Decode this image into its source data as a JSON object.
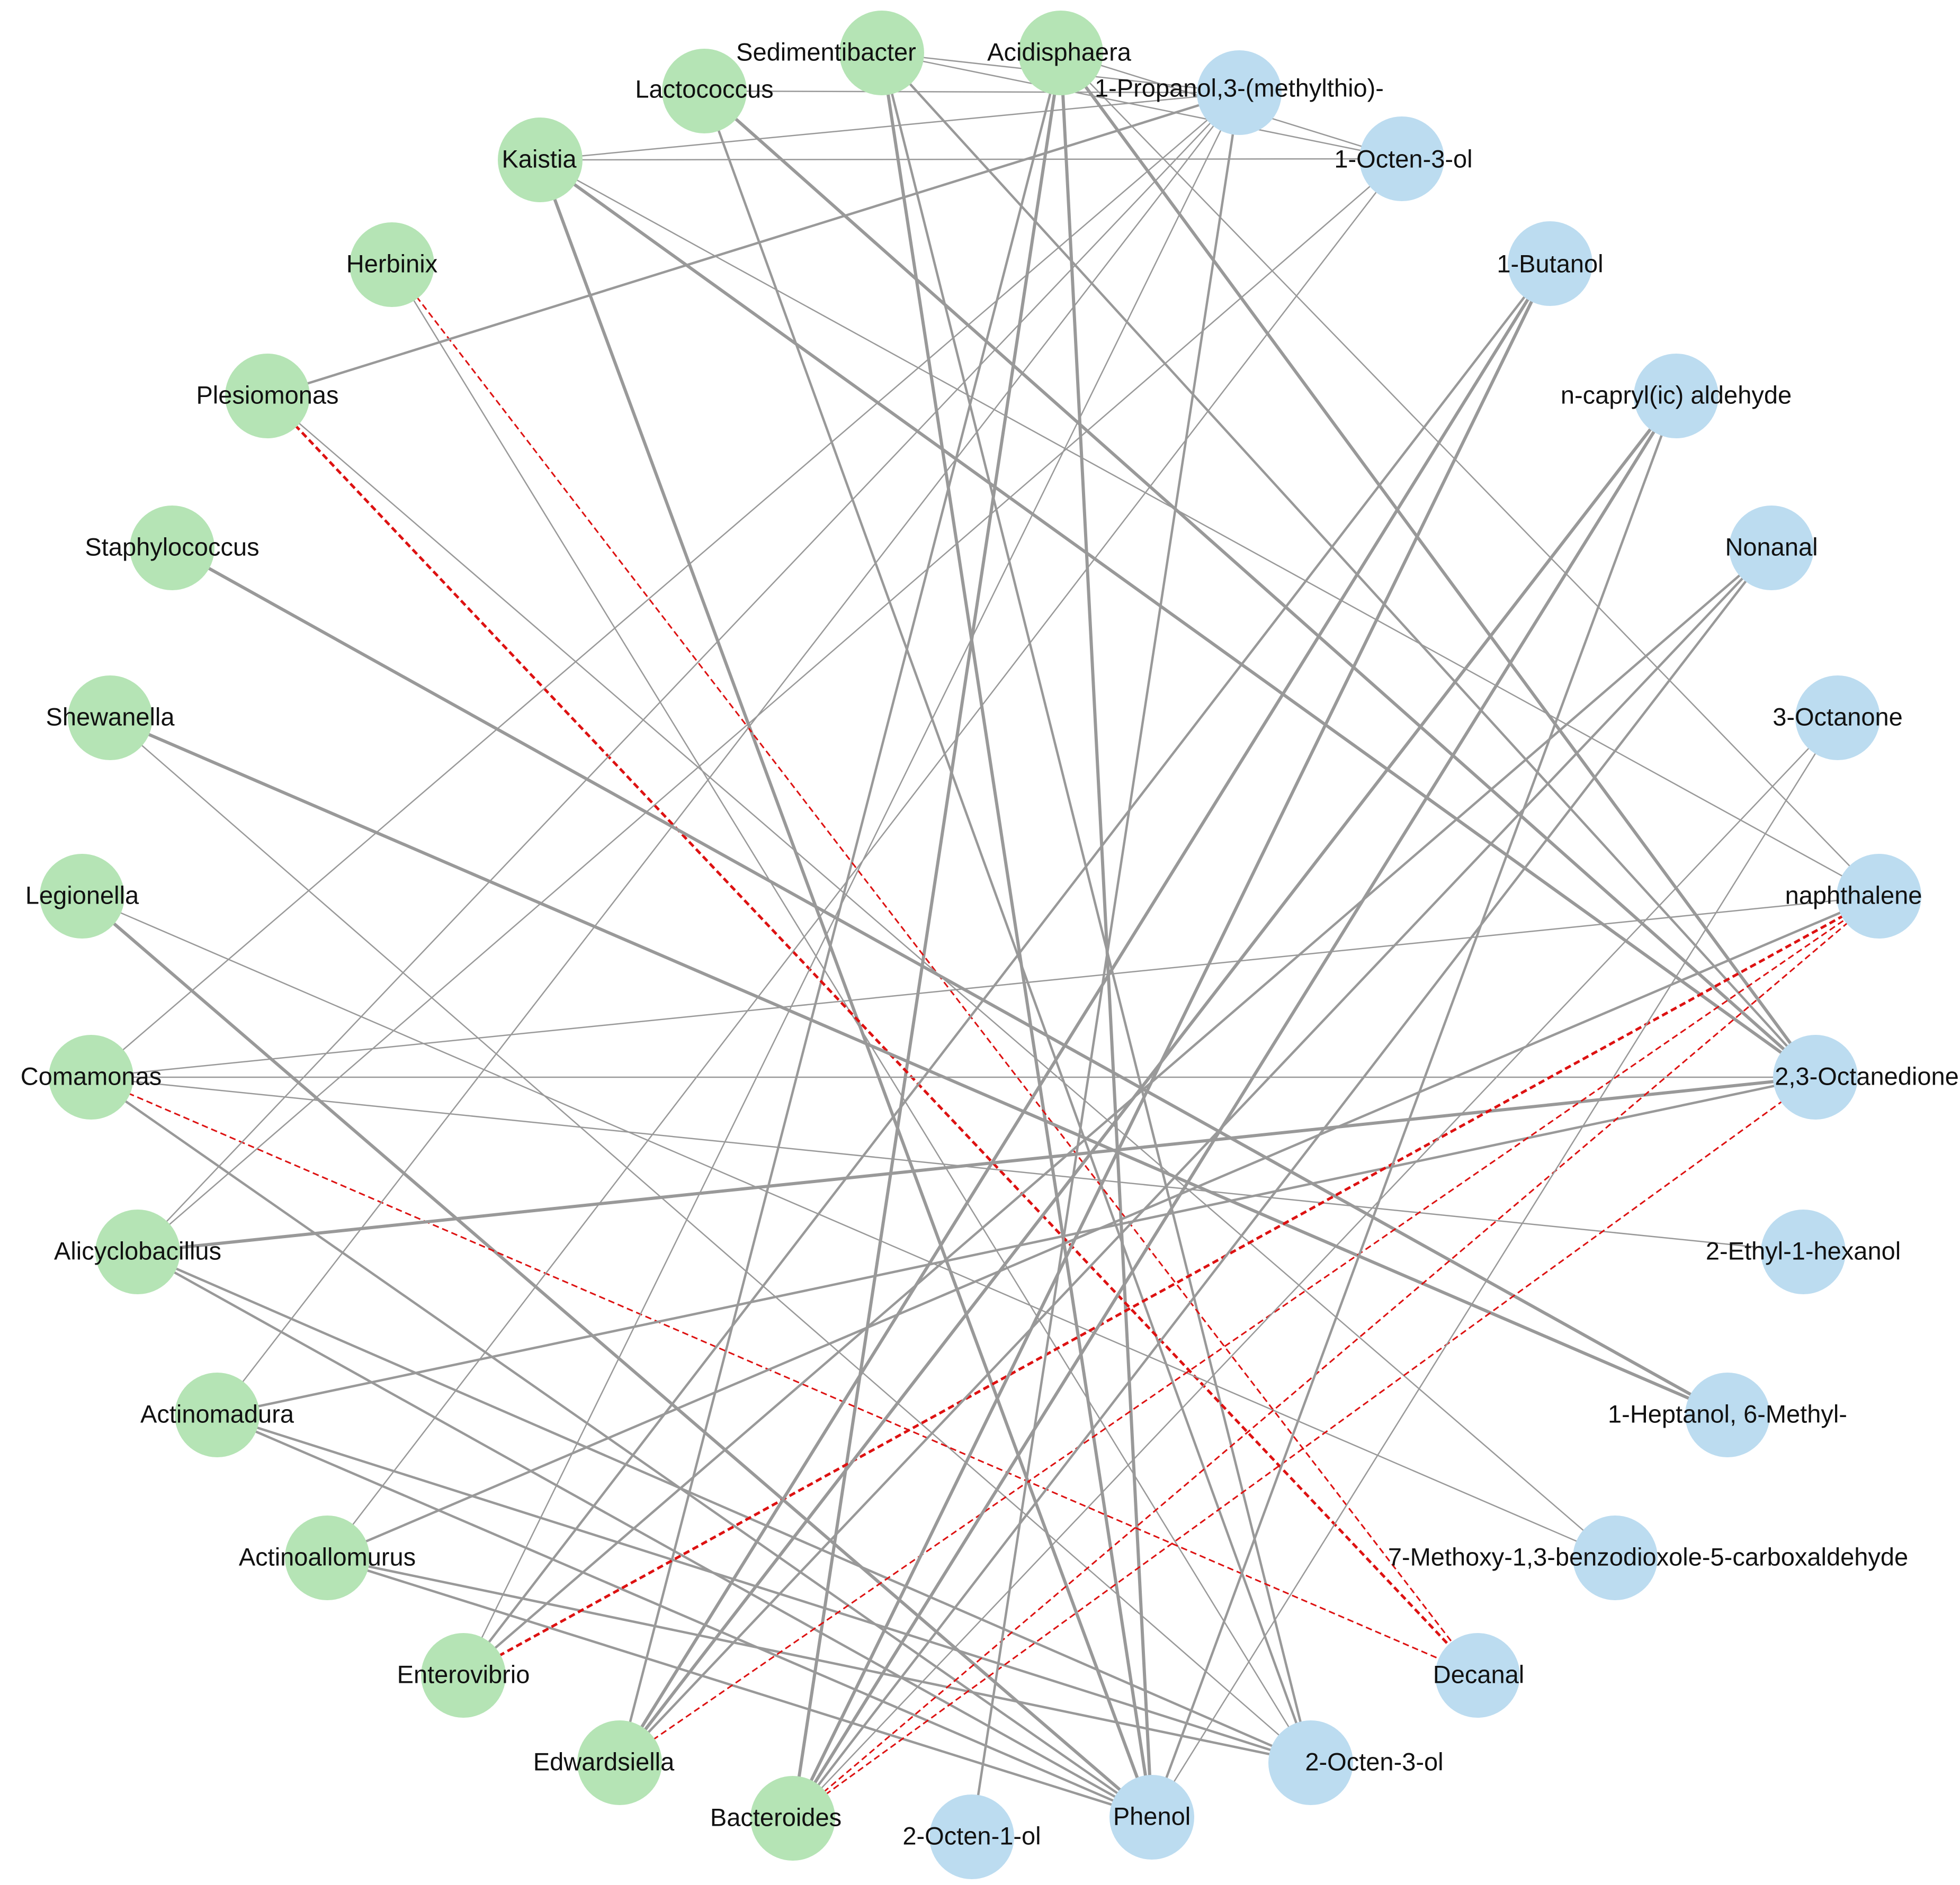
{
  "colors": {
    "bacteria_node": "#b5e4b5",
    "metabolite_node": "#bcdcf0",
    "positive_edge": "#999999",
    "negative_edge": "#dd1111",
    "label": "#111111"
  },
  "nodes": [
    {
      "id": "sedimentibacter",
      "label": "Sedimentibacter",
      "group": "bacteria"
    },
    {
      "id": "acidisphaera",
      "label": "Acidisphaera",
      "group": "bacteria"
    },
    {
      "id": "lactococcus",
      "label": "Lactococcus",
      "group": "bacteria"
    },
    {
      "id": "kaistia",
      "label": "Kaistia",
      "group": "bacteria"
    },
    {
      "id": "herbinix",
      "label": "Herbinix",
      "group": "bacteria"
    },
    {
      "id": "plesiomonas",
      "label": "Plesiomonas",
      "group": "bacteria"
    },
    {
      "id": "staphylococcus",
      "label": "Staphylococcus",
      "group": "bacteria"
    },
    {
      "id": "shewanella",
      "label": "Shewanella",
      "group": "bacteria"
    },
    {
      "id": "legionella",
      "label": "Legionella",
      "group": "bacteria"
    },
    {
      "id": "comamonas",
      "label": "Comamonas",
      "group": "bacteria"
    },
    {
      "id": "alicyclobacillus",
      "label": "Alicyclobacillus",
      "group": "bacteria"
    },
    {
      "id": "actinomadura",
      "label": "Actinomadura",
      "group": "bacteria"
    },
    {
      "id": "actinoallomurus",
      "label": "Actinoallomurus",
      "group": "bacteria"
    },
    {
      "id": "enterovibrio",
      "label": "Enterovibrio",
      "group": "bacteria"
    },
    {
      "id": "edwardsiella",
      "label": "Edwardsiella",
      "group": "bacteria"
    },
    {
      "id": "bacteroides",
      "label": "Bacteroides",
      "group": "bacteria"
    },
    {
      "id": "propanol",
      "label": "1-Propanol,3-(methylthio)-",
      "group": "metabolite"
    },
    {
      "id": "octen3ol_1",
      "label": "1-Octen-3-ol",
      "group": "metabolite"
    },
    {
      "id": "butanol",
      "label": "1-Butanol",
      "group": "metabolite"
    },
    {
      "id": "ncapryl",
      "label": "n-capryl(ic) aldehyde",
      "group": "metabolite"
    },
    {
      "id": "nonanal",
      "label": "Nonanal",
      "group": "metabolite"
    },
    {
      "id": "octanone",
      "label": "3-Octanone",
      "group": "metabolite"
    },
    {
      "id": "naphthalene",
      "label": "naphthalene",
      "group": "metabolite"
    },
    {
      "id": "octanedione",
      "label": "2,3-Octanedione",
      "group": "metabolite"
    },
    {
      "id": "ethylhexanol",
      "label": "2-Ethyl-1-hexanol",
      "group": "metabolite"
    },
    {
      "id": "heptanol",
      "label": "1-Heptanol, 6-Methyl-",
      "group": "metabolite"
    },
    {
      "id": "methoxy",
      "label": "7-Methoxy-1,3-benzodioxole-5-carboxaldehyde",
      "group": "metabolite"
    },
    {
      "id": "decanal",
      "label": "Decanal",
      "group": "metabolite"
    },
    {
      "id": "octen3ol_2",
      "label": "2-Octen-3-ol",
      "group": "metabolite"
    },
    {
      "id": "phenol",
      "label": "Phenol",
      "group": "metabolite"
    },
    {
      "id": "octen1ol",
      "label": "2-Octen-1-ol",
      "group": "metabolite"
    }
  ],
  "edges": [
    {
      "source": "sedimentibacter",
      "target": "octen3ol_1",
      "sign": "positive",
      "weight": 1
    },
    {
      "source": "sedimentibacter",
      "target": "propanol",
      "sign": "positive",
      "weight": 1
    },
    {
      "source": "sedimentibacter",
      "target": "octanedione",
      "sign": "positive",
      "weight": 2
    },
    {
      "source": "sedimentibacter",
      "target": "phenol",
      "sign": "positive",
      "weight": 3
    },
    {
      "source": "sedimentibacter",
      "target": "octen3ol_2",
      "sign": "positive",
      "weight": 2
    },
    {
      "source": "acidisphaera",
      "target": "octen3ol_1",
      "sign": "positive",
      "weight": 1
    },
    {
      "source": "acidisphaera",
      "target": "octanedione",
      "sign": "positive",
      "weight": 3
    },
    {
      "source": "acidisphaera",
      "target": "naphthalene",
      "sign": "positive",
      "weight": 1
    },
    {
      "source": "acidisphaera",
      "target": "phenol",
      "sign": "positive",
      "weight": 3
    },
    {
      "source": "acidisphaera",
      "target": "bacteroides",
      "sign": "positive",
      "weight": 3
    },
    {
      "source": "acidisphaera",
      "target": "edwardsiella",
      "sign": "positive",
      "weight": 2
    },
    {
      "source": "lactococcus",
      "target": "propanol",
      "sign": "positive",
      "weight": 1
    },
    {
      "source": "lactococcus",
      "target": "octanedione",
      "sign": "positive",
      "weight": 3
    },
    {
      "source": "lactococcus",
      "target": "octen3ol_2",
      "sign": "positive",
      "weight": 2
    },
    {
      "source": "kaistia",
      "target": "propanol",
      "sign": "positive",
      "weight": 1
    },
    {
      "source": "kaistia",
      "target": "octen3ol_1",
      "sign": "positive",
      "weight": 1
    },
    {
      "source": "kaistia",
      "target": "octanedione",
      "sign": "positive",
      "weight": 3
    },
    {
      "source": "kaistia",
      "target": "naphthalene",
      "sign": "positive",
      "weight": 1
    },
    {
      "source": "kaistia",
      "target": "phenol",
      "sign": "positive",
      "weight": 3
    },
    {
      "source": "herbinix",
      "target": "decanal",
      "sign": "negative",
      "weight": 1
    },
    {
      "source": "herbinix",
      "target": "octen3ol_2",
      "sign": "positive",
      "weight": 1
    },
    {
      "source": "plesiomonas",
      "target": "propanol",
      "sign": "positive",
      "weight": 2
    },
    {
      "source": "plesiomonas",
      "target": "decanal",
      "sign": "negative",
      "weight": 2
    },
    {
      "source": "plesiomonas",
      "target": "methoxy",
      "sign": "positive",
      "weight": 1
    },
    {
      "source": "staphylococcus",
      "target": "heptanol",
      "sign": "positive",
      "weight": 3
    },
    {
      "source": "shewanella",
      "target": "heptanol",
      "sign": "positive",
      "weight": 3
    },
    {
      "source": "shewanella",
      "target": "octen3ol_2",
      "sign": "positive",
      "weight": 1
    },
    {
      "source": "legionella",
      "target": "phenol",
      "sign": "positive",
      "weight": 3
    },
    {
      "source": "legionella",
      "target": "methoxy",
      "sign": "positive",
      "weight": 1
    },
    {
      "source": "comamonas",
      "target": "octanedione",
      "sign": "positive",
      "weight": 1
    },
    {
      "source": "comamonas",
      "target": "naphthalene",
      "sign": "positive",
      "weight": 1
    },
    {
      "source": "comamonas",
      "target": "ethylhexanol",
      "sign": "positive",
      "weight": 1
    },
    {
      "source": "comamonas",
      "target": "decanal",
      "sign": "negative",
      "weight": 1
    },
    {
      "source": "comamonas",
      "target": "phenol",
      "sign": "positive",
      "weight": 2
    },
    {
      "source": "comamonas",
      "target": "propanol",
      "sign": "positive",
      "weight": 1
    },
    {
      "source": "alicyclobacillus",
      "target": "octanedione",
      "sign": "positive",
      "weight": 3
    },
    {
      "source": "alicyclobacillus",
      "target": "octen3ol_1",
      "sign": "positive",
      "weight": 1
    },
    {
      "source": "alicyclobacillus",
      "target": "propanol",
      "sign": "positive",
      "weight": 1
    },
    {
      "source": "alicyclobacillus",
      "target": "phenol",
      "sign": "positive",
      "weight": 2
    },
    {
      "source": "alicyclobacillus",
      "target": "octen3ol_2",
      "sign": "positive",
      "weight": 2
    },
    {
      "source": "actinomadura",
      "target": "octanedione",
      "sign": "positive",
      "weight": 2
    },
    {
      "source": "actinomadura",
      "target": "octen3ol_2",
      "sign": "positive",
      "weight": 2
    },
    {
      "source": "actinomadura",
      "target": "phenol",
      "sign": "positive",
      "weight": 2
    },
    {
      "source": "actinomadura",
      "target": "propanol",
      "sign": "positive",
      "weight": 1
    },
    {
      "source": "actinoallomurus",
      "target": "octen3ol_2",
      "sign": "positive",
      "weight": 2
    },
    {
      "source": "actinoallomurus",
      "target": "phenol",
      "sign": "positive",
      "weight": 2
    },
    {
      "source": "actinoallomurus",
      "target": "naphthalene",
      "sign": "positive",
      "weight": 2
    },
    {
      "source": "actinoallomurus",
      "target": "octen3ol_1",
      "sign": "positive",
      "weight": 1
    },
    {
      "source": "enterovibrio",
      "target": "naphthalene",
      "sign": "negative",
      "weight": 2
    },
    {
      "source": "enterovibrio",
      "target": "nonanal",
      "sign": "positive",
      "weight": 2
    },
    {
      "source": "enterovibrio",
      "target": "butanol",
      "sign": "positive",
      "weight": 2
    },
    {
      "source": "enterovibrio",
      "target": "propanol",
      "sign": "positive",
      "weight": 1
    },
    {
      "source": "edwardsiella",
      "target": "naphthalene",
      "sign": "negative",
      "weight": 1
    },
    {
      "source": "edwardsiella",
      "target": "butanol",
      "sign": "positive",
      "weight": 3
    },
    {
      "source": "edwardsiella",
      "target": "ncapryl",
      "sign": "positive",
      "weight": 3
    },
    {
      "source": "edwardsiella",
      "target": "nonanal",
      "sign": "positive",
      "weight": 2
    },
    {
      "source": "bacteroides",
      "target": "naphthalene",
      "sign": "negative",
      "weight": 1
    },
    {
      "source": "bacteroides",
      "target": "octanedione",
      "sign": "negative",
      "weight": 1
    },
    {
      "source": "bacteroides",
      "target": "butanol",
      "sign": "positive",
      "weight": 3
    },
    {
      "source": "bacteroides",
      "target": "ncapryl",
      "sign": "positive",
      "weight": 3
    },
    {
      "source": "bacteroides",
      "target": "nonanal",
      "sign": "positive",
      "weight": 2
    },
    {
      "source": "bacteroides",
      "target": "octanone",
      "sign": "positive",
      "weight": 1
    },
    {
      "source": "octen1ol",
      "target": "propanol",
      "sign": "positive",
      "weight": 2
    },
    {
      "source": "phenol",
      "target": "ncapryl",
      "sign": "positive",
      "weight": 2
    },
    {
      "source": "phenol",
      "target": "octanone",
      "sign": "positive",
      "weight": 1
    }
  ]
}
